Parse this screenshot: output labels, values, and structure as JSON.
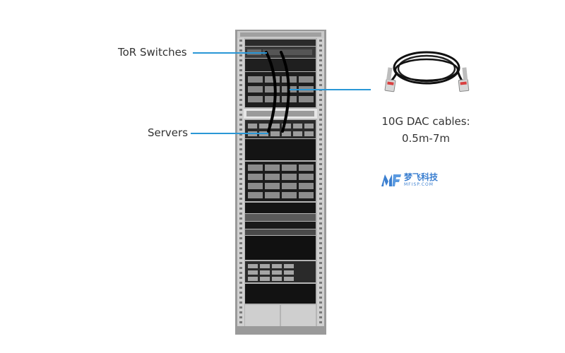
{
  "labels": {
    "tor_switches": "ToR Switches",
    "servers": "Servers",
    "dac_line1": "10G DAC cables:",
    "dac_line2": "0.5m-7m"
  },
  "logo": {
    "name_cn": "梦飞科技",
    "url": "MFISP.COM"
  },
  "colors": {
    "callout": "#2a97d6",
    "rack_frame": "#8a8a8a",
    "rack_dark": "#1a1a1a",
    "logo": "#3b7fd0"
  }
}
